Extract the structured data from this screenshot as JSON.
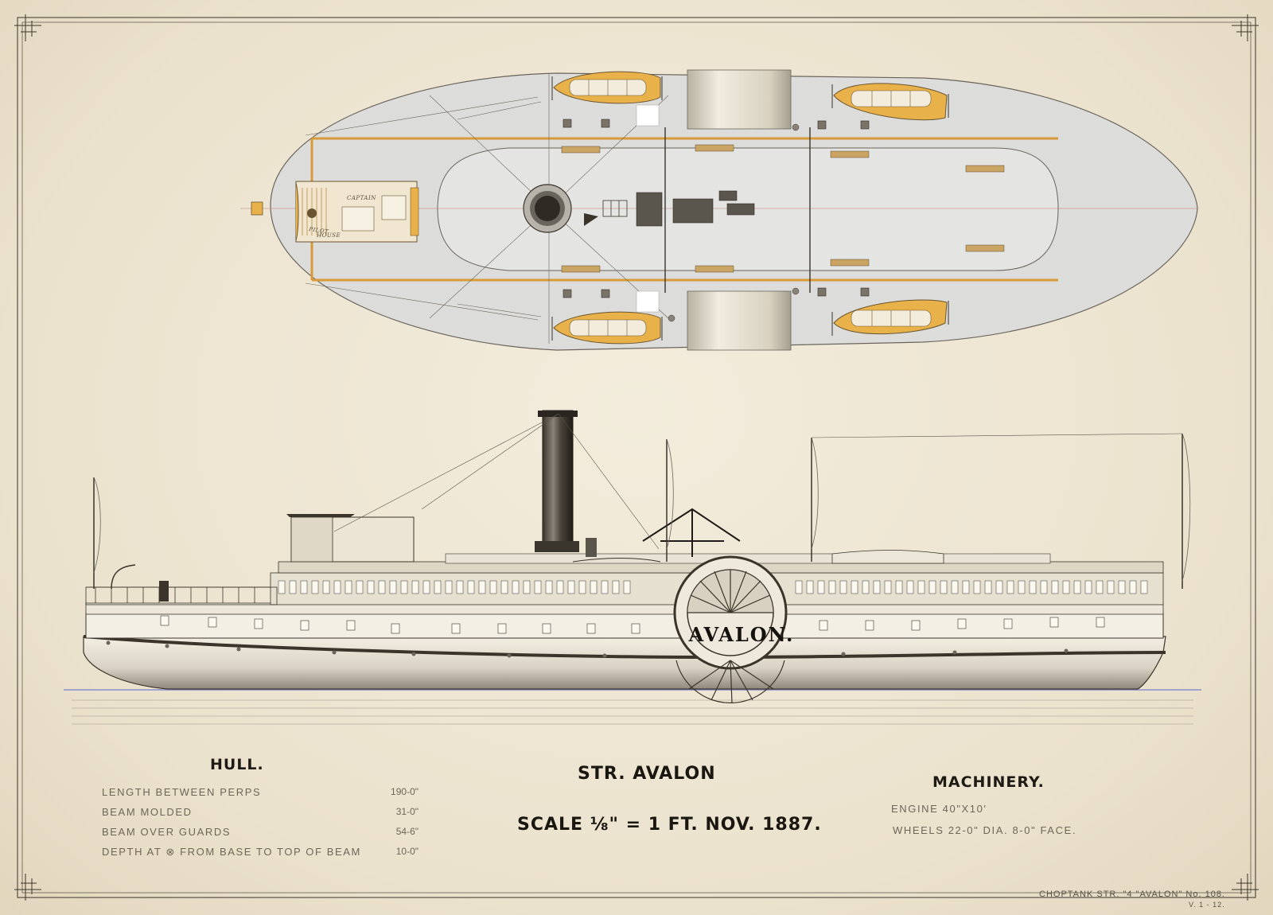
{
  "drawing": {
    "ship_name_on_hull": "AVALON.",
    "deck_labels": {
      "captain": "CAPTAIN",
      "pilot": "PILOT",
      "house": "HOUSE"
    }
  },
  "hull": {
    "heading": "HULL.",
    "rows": [
      {
        "label": "Length between perps",
        "value": "190-0\""
      },
      {
        "label": "Beam molded",
        "value": "31-0\""
      },
      {
        "label": "Beam over guards",
        "value": "54-6\""
      },
      {
        "label": "Depth at ⊗ from base to top of beam",
        "value": "10-0\""
      }
    ]
  },
  "title": {
    "name": "STR. AVALON",
    "scale": "SCALE ⅛\" = 1 FT. NOV. 1887."
  },
  "machinery": {
    "heading": "MACHINERY.",
    "rows": [
      "Engine 40\"X10'",
      "Wheels 22-0\" DIA. 8-0\" FACE."
    ]
  },
  "catalog": {
    "line1": "CHOPTANK STR. \"4 \"AVALON\" No. 108.",
    "line2": "V. 1 - 12."
  },
  "colors": {
    "paper": "#ece3d0",
    "ink": "#2a241c",
    "boat_fill": "#e8b14a",
    "deck_fill": "#dcdcdc",
    "water_line": "#8a8fd0"
  }
}
